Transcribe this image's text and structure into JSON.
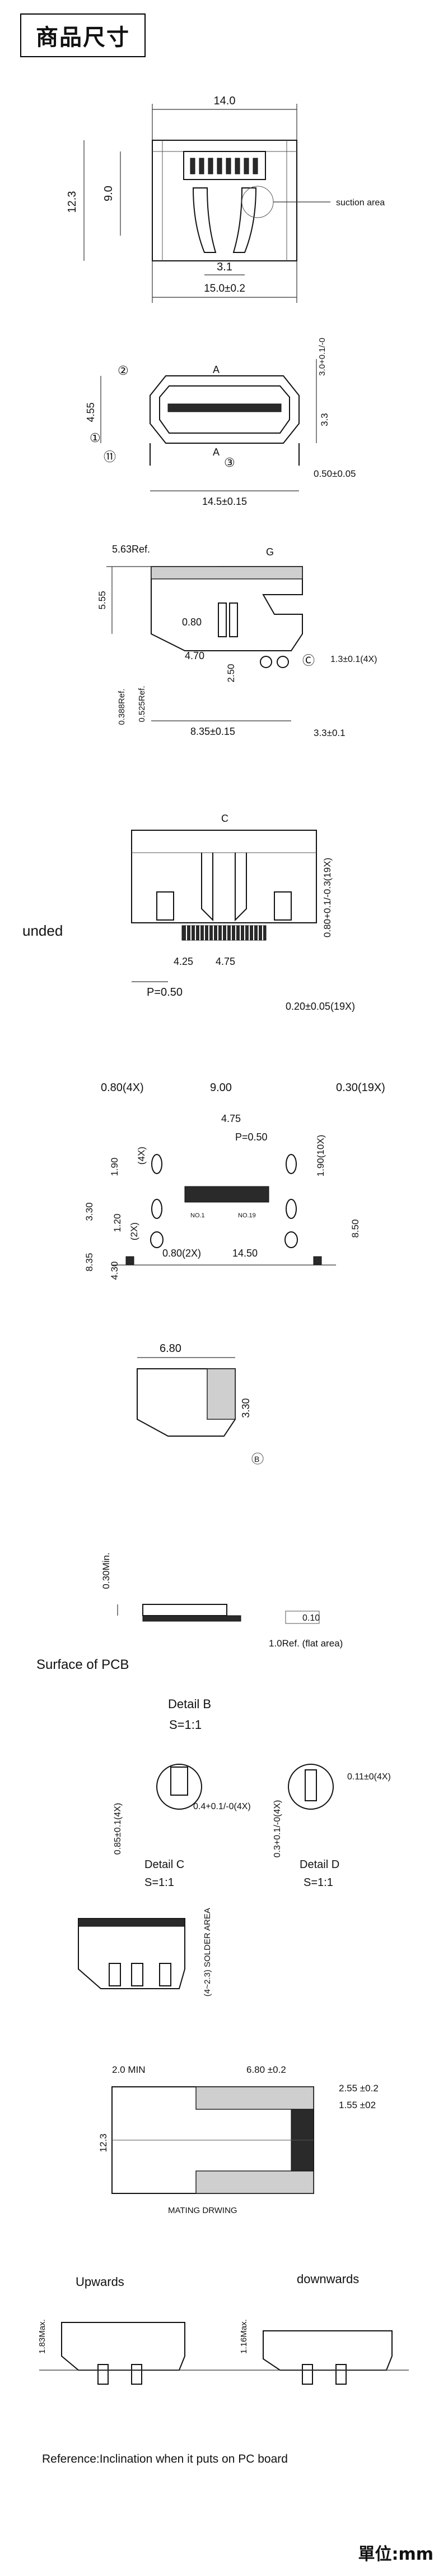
{
  "header": {
    "title": "商品尺寸"
  },
  "footer": {
    "unit": "單位:mm"
  },
  "views": {
    "top": {
      "width": "14.0",
      "height_outer": "12.3",
      "height_inner": "9.0",
      "suction": "suction area",
      "gap": "3.1",
      "base": "15.0±0.2"
    },
    "front": {
      "label_a": "A",
      "label_a2": "A",
      "c2": "②",
      "c1": "①",
      "c11": "⑪",
      "c3": "③",
      "height": "4.55",
      "h_tol": "3.0+0.1/-0",
      "h_small": "3.3",
      "pin": "0.50±0.05",
      "base": "14.5±0.15"
    },
    "side": {
      "ref": "5.63Ref.",
      "label_g": "G",
      "h": "5.55",
      "a": "0.80",
      "b": "4.70",
      "c": "2.50",
      "left1": "0.388Ref.",
      "left2": "0.525Ref.",
      "base": "8.35±0.15",
      "right": "3.3±0.1",
      "hole": "1.3±0.1(4X)",
      "label_c": "Ⓒ"
    },
    "bottom": {
      "label_c": "C",
      "pitch": "P=0.50",
      "a": "4.25",
      "b": "4.75",
      "right": "0.80+0.1/-0.3(19X)",
      "pin": "0.20±0.05(19X)",
      "label_left": "unded"
    },
    "pcb": {
      "a": "0.80(4X)",
      "b": "9.00",
      "c": "0.30(19X)",
      "d": "4.75",
      "p": "P=0.50",
      "e": "1.90(10X)",
      "f": "1.90",
      "g": "(4X)",
      "h": "3.30",
      "i": "1.20",
      "j": "(2X)",
      "k": "8.35",
      "l": "4.30",
      "m": "0.80(2X)",
      "n": "14.50",
      "o": "8.50",
      "no1": "NO.1",
      "no19": "NO.19"
    },
    "small_side": {
      "w": "6.80",
      "h": "3.30",
      "label": "B"
    },
    "detail_b": {
      "min": "0.30Min.",
      "tol": "0.10",
      "flat": "1.0Ref. (flat area)",
      "surface": "Surface of PCB",
      "title": "Detail B",
      "scale": "S=1:1"
    },
    "detail_cd": {
      "c_dim": "0.85±0.1(4X)",
      "c_hole": "0.4+0.1/-0(4X)",
      "c_title": "Detail C",
      "c_scale": "S=1:1",
      "d_dim": "0.3+0.1/-0(4X)",
      "d_pin": "0.11±0(4X)",
      "d_title": "Detail D",
      "d_scale": "S=1:1"
    },
    "solder": {
      "label": "(4~2.3) SOLDER AREA"
    },
    "mating": {
      "a": "2.0 MIN",
      "b": "6.80 ±0.2",
      "c": "2.55 ±0.2",
      "d": "1.55 ±02",
      "label": "MATING DRWING",
      "h": "12.3"
    },
    "inclination": {
      "up": "Upwards",
      "down": "downwards",
      "up_h": "1.83Max.",
      "down_h": "1.16Max.",
      "note": "Reference:Inclination when it puts on PC board"
    }
  }
}
